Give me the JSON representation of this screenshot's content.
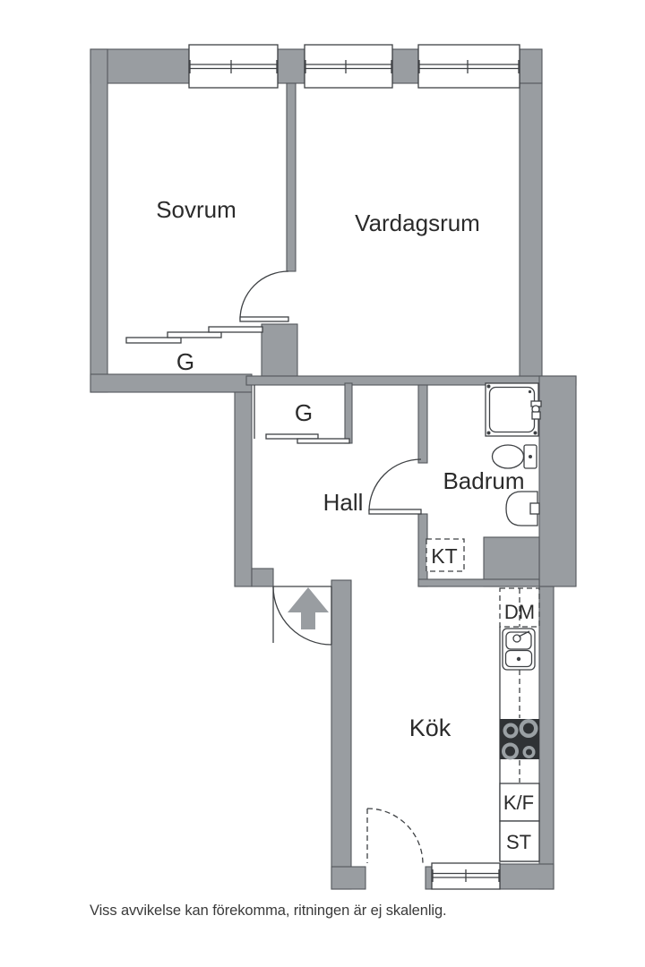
{
  "plan": {
    "rooms": {
      "sovrum": "Sovrum",
      "vardagsrum": "Vardagsrum",
      "hall": "Hall",
      "badrum": "Badrum",
      "kok": "Kök"
    },
    "closets": {
      "bedroom_closet": "G",
      "hall_closet": "G"
    },
    "fixtures": {
      "kt": "KT",
      "dishwasher": "DM",
      "fridge_freezer": "K/F",
      "tall_cabinet": "ST"
    },
    "caption": "Viss avvikelse kan förekomma, ritningen är ej skalenlig.",
    "colors": {
      "wall": "#999DA1",
      "line": "#3E4144",
      "text": "#2B2B2B",
      "stove": "#2F3235",
      "burner": "#9AA0A4"
    }
  }
}
